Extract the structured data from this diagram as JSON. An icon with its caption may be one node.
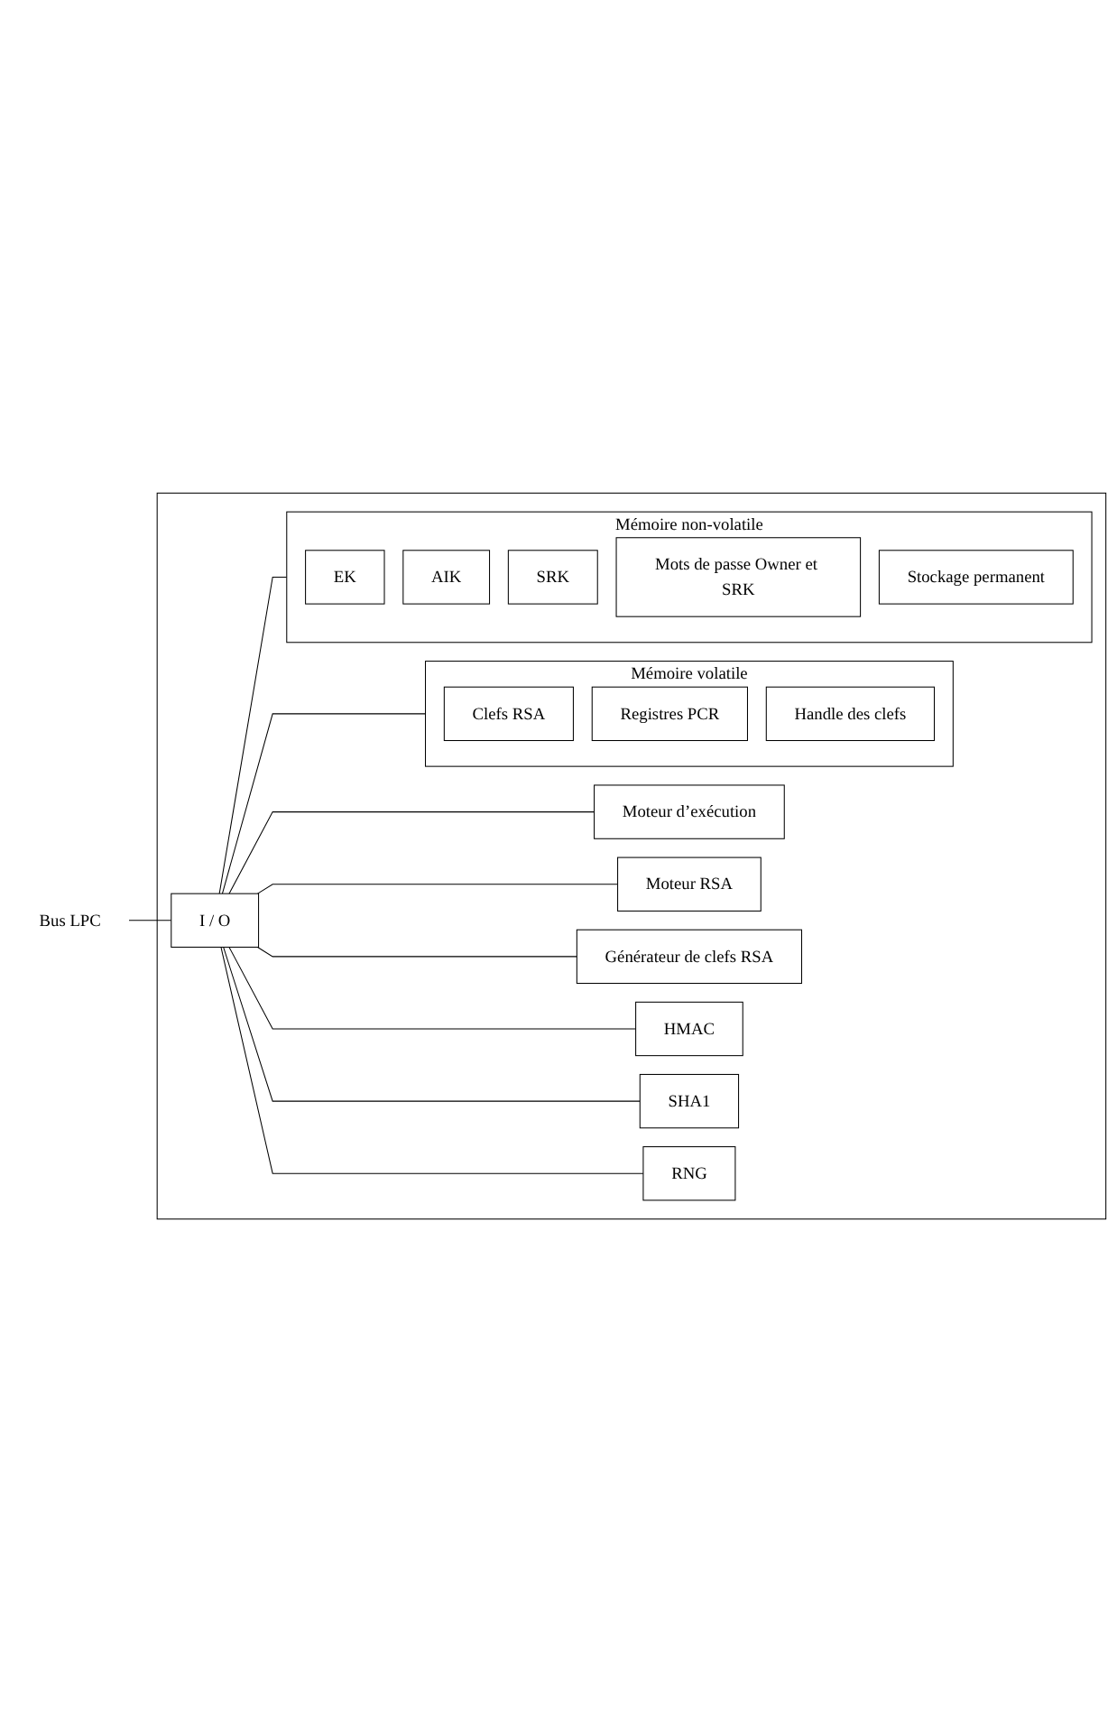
{
  "diagram": {
    "nodes": [
      {
        "text": [
          "Bus LPC"
        ]
      },
      {
        "text": [],
        "shape": "box"
      },
      {
        "text": [
          "I / O"
        ],
        "in": 1
      },
      {
        "text": [
          "Mémoire volatile"
        ],
        "in": 1
      },
      {
        "text": [
          "Clefs RSA"
        ],
        "in": 3
      },
      {
        "text": [
          "Registres PCR"
        ],
        "in": 3
      },
      {
        "text": [
          "Handle des clefs"
        ],
        "in": 3
      },
      {
        "text": [
          "Mémoire non-volatile"
        ],
        "in": 1
      },
      {
        "text": [
          "EK"
        ],
        "in": 7
      },
      {
        "text": [
          "AIK"
        ],
        "in": 7
      },
      {
        "text": [
          "SRK"
        ],
        "in": 7
      },
      {
        "text": [
          "Mots de passe Owner et SRK"
        ],
        "in": 7
      },
      {
        "text": [
          "Stockage permanent"
        ],
        "in": 7
      },
      {
        "text": [
          "Moteur d’exécution"
        ],
        "in": 1
      },
      {
        "text": [
          "Moteur RSA"
        ],
        "in": 1
      },
      {
        "text": [
          "Générateur de clefs RSA"
        ],
        "in": 1
      },
      {
        "text": [
          "HMAC"
        ],
        "in": 1
      },
      {
        "text": [
          "SHA1"
        ],
        "in": 1
      },
      {
        "text": [
          "RNG"
        ],
        "in": 1
      }
    ],
    "edges": [
      {
        "from": 0,
        "to": 2,
        "arrow": "none"
      },
      {
        "from": 2,
        "to": 3,
        "arrow": "none"
      },
      {
        "from": 2,
        "to": 7,
        "arrow": "none"
      },
      {
        "from": 2,
        "to": 13,
        "arrow": "none"
      },
      {
        "from": 2,
        "to": 14,
        "arrow": "none"
      },
      {
        "from": 2,
        "to": 15,
        "arrow": "none"
      },
      {
        "from": 2,
        "to": 16,
        "arrow": "none"
      },
      {
        "from": 2,
        "to": 17,
        "arrow": "none"
      },
      {
        "from": 2,
        "to": 18,
        "arrow": "none"
      }
    ]
  }
}
